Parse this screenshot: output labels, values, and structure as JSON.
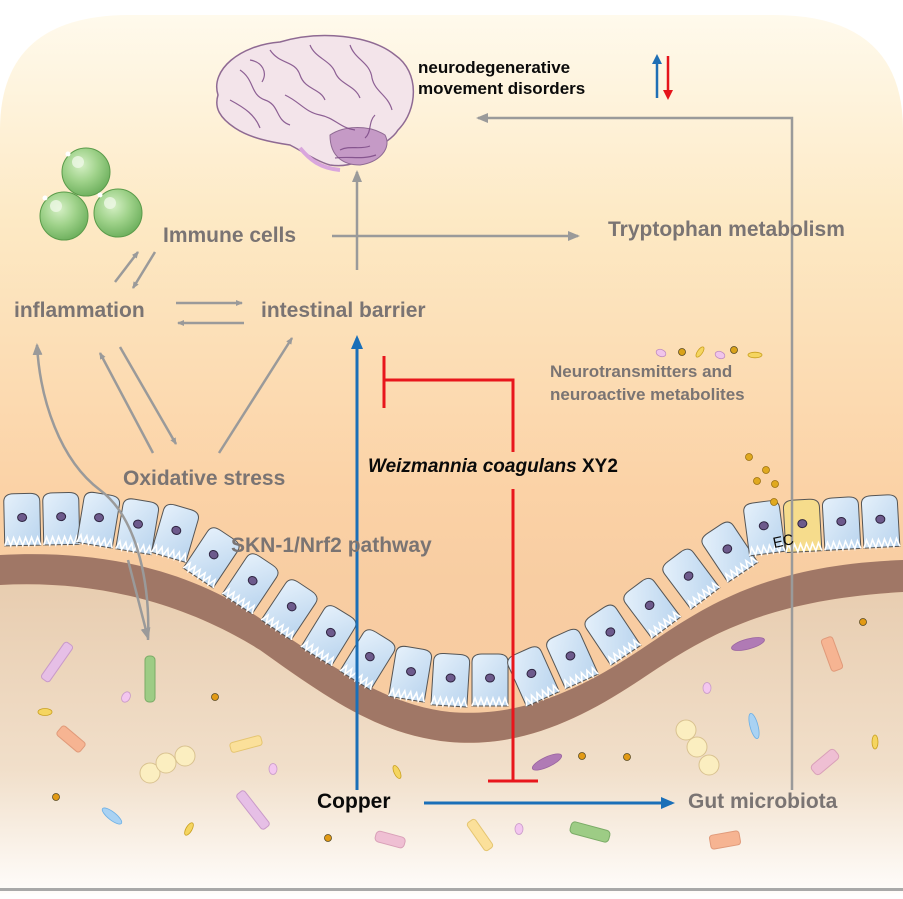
{
  "figure": {
    "type": "graphical-abstract",
    "labels": {
      "outcome_line1": "neurodegenerative",
      "outcome_line2": "movement disorders",
      "immune_cells": "Immune cells",
      "tryptophan": "Tryptophan metabolism",
      "inflammation": "inflammation",
      "intestinal_barrier": "intestinal barrier",
      "neurotransmitters_line1": "Neurotransmitters and",
      "neurotransmitters_line2": "neuroactive metabolites",
      "probiotic_species": "Weizmannia coagulans",
      "probiotic_strain": "XY2",
      "oxidative_stress": "Oxidative stress",
      "pathway": "SKN-1/Nrf2 pathway",
      "ec_cell": "EC",
      "copper": "Copper",
      "gut_microbiota": "Gut microbiota"
    },
    "indicators": {
      "up_arrow": {
        "meaning": "increase",
        "color": "#1f6fb5"
      },
      "down_arrow": {
        "meaning": "decrease",
        "color": "#e5141b"
      }
    },
    "colors": {
      "promote_blue": "#1a6fb8",
      "inhibit_red": "#e8161c",
      "neutral_gray": "#9a9a9a",
      "text_gray": "#7a7473",
      "lumen_top": "#fff7e6",
      "lumen_mid": "#fbcf9f",
      "tissue": "#9e7566",
      "epithelium": "#cfe2f3",
      "ec_cell": "#f6dc8c"
    },
    "relations": [
      {
        "from": "Copper",
        "to": "intestinal barrier",
        "type": "promotes",
        "color": "blue"
      },
      {
        "from": "Copper",
        "to": "Gut microbiota",
        "type": "promotes",
        "color": "blue"
      },
      {
        "from": "Weizmannia coagulans XY2",
        "to": "intestinal barrier damage",
        "type": "inhibits",
        "color": "red"
      },
      {
        "from": "Weizmannia coagulans XY2",
        "to": "Copper effects",
        "type": "inhibits",
        "color": "red"
      },
      {
        "from": "intestinal barrier",
        "to": "brain",
        "type": "leads-to",
        "color": "gray"
      },
      {
        "from": "Gut microbiota",
        "to": "neurodegenerative movement disorders",
        "type": "leads-to",
        "color": "gray"
      },
      {
        "from": "Immune cells",
        "to": "Tryptophan metabolism",
        "type": "leads-to",
        "color": "gray"
      },
      {
        "from": "inflammation",
        "to": "intestinal barrier",
        "type": "bidirectional",
        "color": "gray"
      },
      {
        "from": "inflammation",
        "to": "Immune cells",
        "type": "bidirectional",
        "color": "gray"
      },
      {
        "from": "inflammation",
        "to": "Oxidative stress",
        "type": "bidirectional",
        "color": "gray"
      },
      {
        "from": "Oxidative stress",
        "to": "intestinal barrier",
        "type": "leads-to",
        "color": "gray"
      },
      {
        "from": "gut lumen",
        "to": "inflammation",
        "type": "bidirectional",
        "color": "gray"
      }
    ]
  }
}
